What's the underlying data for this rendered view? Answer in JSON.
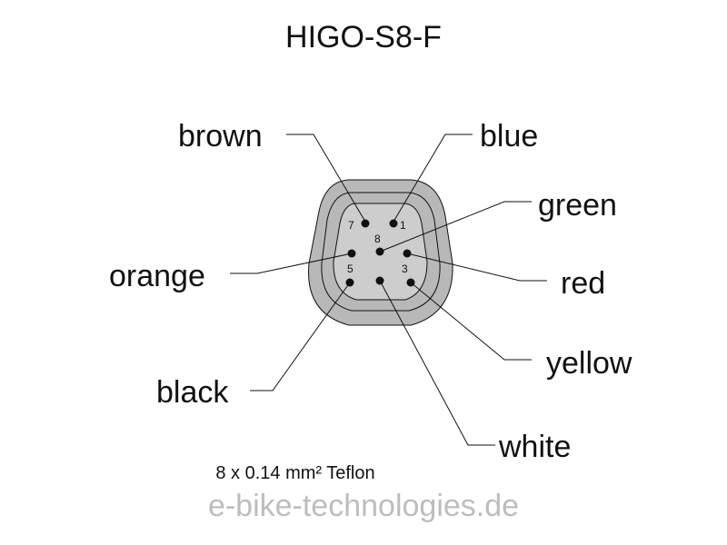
{
  "title": "HIGO-S8-F",
  "wires": {
    "brown": "brown",
    "blue": "blue",
    "green": "green",
    "orange": "orange",
    "red": "red",
    "yellow": "yellow",
    "black": "black",
    "white": "white"
  },
  "pins": {
    "p7": "7",
    "p1": "1",
    "p8": "8",
    "p5": "5",
    "p3": "3"
  },
  "spec": "8 x 0.14 mm² Teflon",
  "website": "e-bike-technologies.de",
  "colors": {
    "outer_shell": "#b8b8b8",
    "inner_face": "#cdcdcd",
    "lines": "#111111",
    "watermark": "#bdbdbd"
  }
}
